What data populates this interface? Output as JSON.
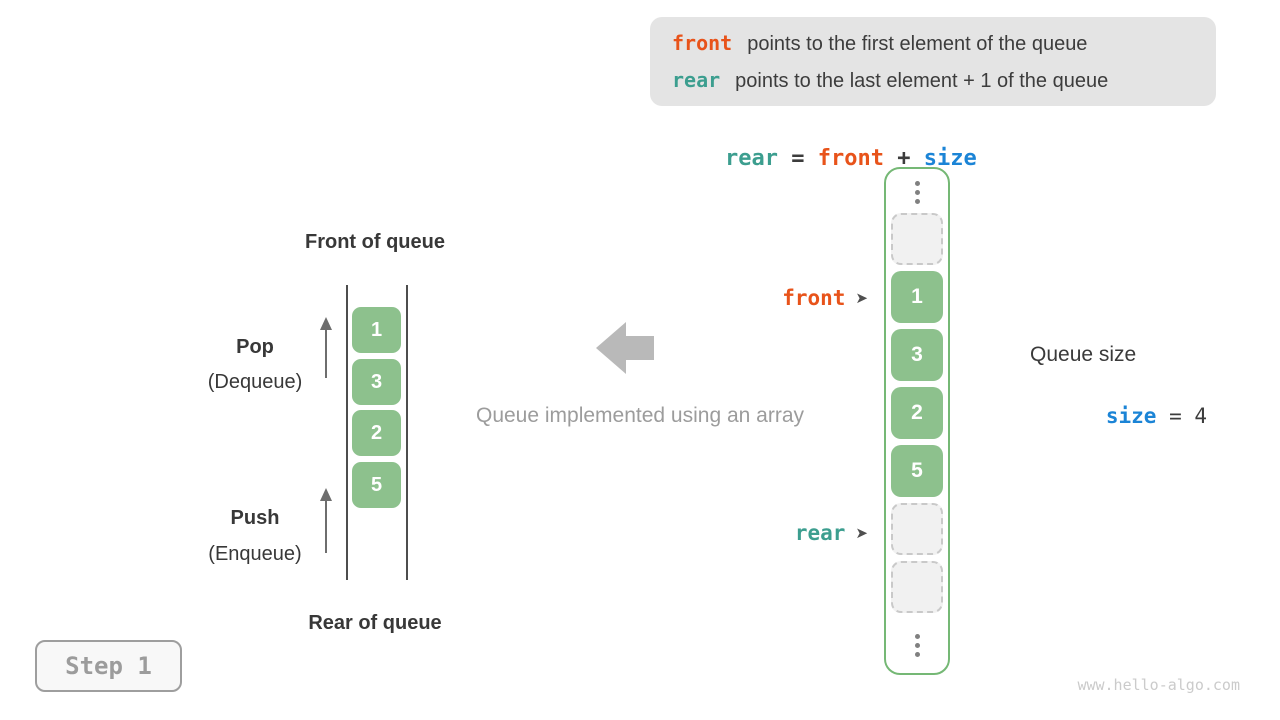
{
  "colors": {
    "accent_front": "#e8531a",
    "accent_rear": "#3c9e8f",
    "accent_size": "#1b84d6",
    "cell_green": "#8dc18d",
    "container_border_green": "#75b875",
    "info_box_bg": "#e4e4e4",
    "muted_gray": "#9c9c9c"
  },
  "info_box": {
    "line1": {
      "code": "front",
      "text": "points to the first element of the queue"
    },
    "line2": {
      "code": "rear",
      "text": "points to the last element + 1 of the queue"
    }
  },
  "equation": {
    "lhs": "rear",
    "eq": " = ",
    "rhs1": "front",
    "plus": " + ",
    "rhs2": "size"
  },
  "left_queue": {
    "front_heading": "Front of queue",
    "rear_heading": "Rear of queue",
    "pop_title": "Pop",
    "pop_subtitle": "(Dequeue)",
    "push_title": "Push",
    "push_subtitle": "(Enqueue)",
    "values": [
      "1",
      "3",
      "2",
      "5"
    ]
  },
  "caption": "Queue implemented using an array",
  "array_column": {
    "values": [
      "1",
      "3",
      "2",
      "5"
    ]
  },
  "pointers": {
    "front": {
      "label": "front",
      "arrow": "➤"
    },
    "rear": {
      "label": "rear",
      "arrow": "➤"
    }
  },
  "queue_size": {
    "title": "Queue size",
    "var": "size",
    "rest": " = 4"
  },
  "step_badge": "Step 1",
  "watermark": "www.hello-algo.com"
}
